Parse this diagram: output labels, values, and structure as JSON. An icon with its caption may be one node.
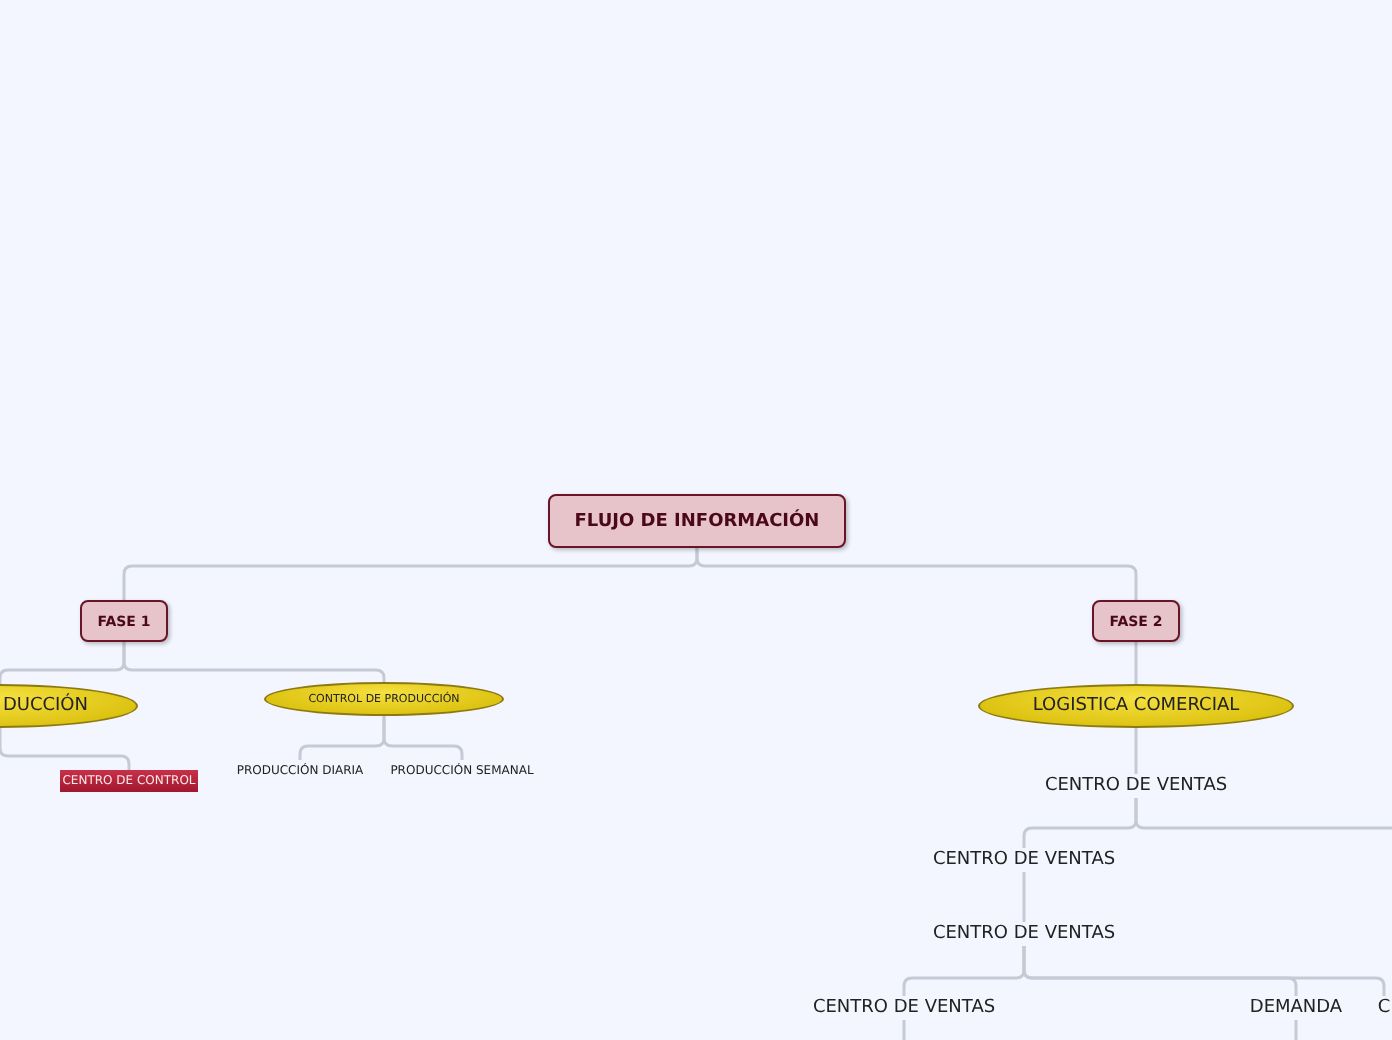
{
  "diagram": {
    "nodes": [
      {
        "text": [
          "FLUJO DE INFORMACIÓN"
        ]
      },
      {
        "text": [
          "FASE 1"
        ]
      },
      {
        "text": [
          "FASE 2"
        ]
      },
      {
        "text": [
          "DUCCIÓN"
        ]
      },
      {
        "text": [
          "CONTROL DE PRODUCCIÓN"
        ]
      },
      {
        "text": [
          "CENTRO DE CONTROL"
        ]
      },
      {
        "text": [
          "PRODUCCIÓN DIARIA"
        ]
      },
      {
        "text": [
          "PRODUCCIÓN SEMANAL"
        ]
      },
      {
        "text": [
          "LOGISTICA COMERCIAL"
        ]
      },
      {
        "text": [
          "CENTRO DE VENTAS"
        ]
      },
      {
        "text": [
          "CENTRO DE VENTAS"
        ]
      },
      {
        "text": [
          "CENTRO DE VENTAS"
        ]
      },
      {
        "text": [
          "CENTRO DE VENTAS"
        ]
      },
      {
        "text": [
          "DEMANDA"
        ]
      },
      {
        "text": [
          "C"
        ]
      }
    ],
    "edges": [
      {
        "from": 0,
        "to": 1,
        "arrow": "none"
      },
      {
        "from": 0,
        "to": 2,
        "arrow": "none"
      },
      {
        "from": 1,
        "to": 3,
        "arrow": "none"
      },
      {
        "from": 1,
        "to": 4,
        "arrow": "none"
      },
      {
        "from": 3,
        "to": 5,
        "arrow": "none"
      },
      {
        "from": 4,
        "to": 6,
        "arrow": "none"
      },
      {
        "from": 4,
        "to": 7,
        "arrow": "none"
      },
      {
        "from": 2,
        "to": 8,
        "arrow": "none"
      },
      {
        "from": 8,
        "to": 9,
        "arrow": "none"
      },
      {
        "from": 9,
        "to": 10,
        "arrow": "none"
      },
      {
        "from": 9,
        "to": null,
        "arrow": "none"
      },
      {
        "from": 10,
        "to": 11,
        "arrow": "none"
      },
      {
        "from": 11,
        "to": 12,
        "arrow": "none"
      },
      {
        "from": 11,
        "to": 13,
        "arrow": "none"
      },
      {
        "from": 11,
        "to": 14,
        "arrow": "none"
      },
      {
        "from": 12,
        "to": null,
        "arrow": "none"
      },
      {
        "from": 13,
        "to": null,
        "arrow": "none"
      }
    ]
  }
}
